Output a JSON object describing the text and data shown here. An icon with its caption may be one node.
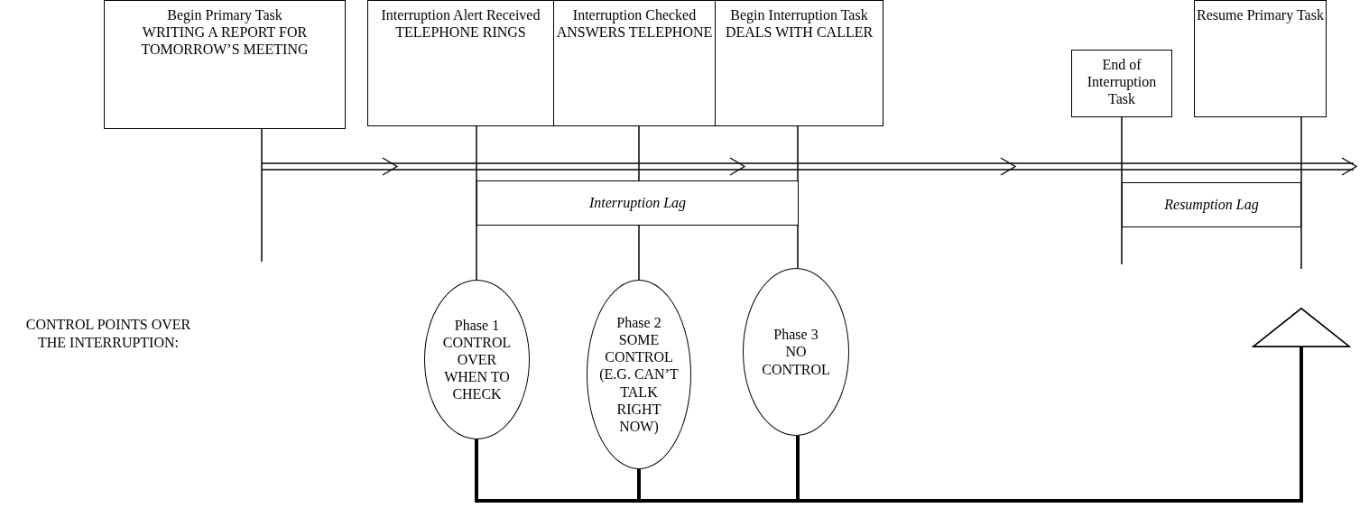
{
  "diagram": {
    "nodes": [
      {
        "text": [
          "Begin Primary Task",
          "WRITING A REPORT FOR TOMORROW’S MEETING"
        ]
      },
      {
        "text": [
          "Interruption Alert Received",
          "TELEPHONE RINGS"
        ]
      },
      {
        "text": [
          "Interruption Checked",
          "ANSWERS TELEPHONE"
        ]
      },
      {
        "text": [
          "Begin Interruption Task",
          "DEALS WITH CALLER"
        ]
      },
      {
        "text": [
          "End of Interruption Task"
        ]
      },
      {
        "text": [
          "Resume Primary Task"
        ]
      },
      {
        "text": [
          "Interruption Lag"
        ]
      },
      {
        "text": [
          "Resumption Lag"
        ]
      },
      {
        "text": [
          "Phase 1",
          "CONTROL OVER WHEN TO CHECK"
        ]
      },
      {
        "text": [
          "Phase 2",
          "SOME CONTROL (E.G. CAN’T TALK RIGHT NOW)"
        ]
      },
      {
        "text": [
          "Phase 3",
          "NO CONTROL"
        ]
      }
    ],
    "edges": [
      {
        "from": 0,
        "to": null,
        "arrow": "none"
      },
      {
        "from": 1,
        "to": 8,
        "arrow": "none"
      },
      {
        "from": 2,
        "to": 6,
        "arrow": "none"
      },
      {
        "from": 6,
        "to": 9,
        "arrow": "none"
      },
      {
        "from": 3,
        "to": 10,
        "arrow": "none"
      },
      {
        "from": 4,
        "to": null,
        "arrow": "none"
      },
      {
        "from": 5,
        "to": null,
        "arrow": "none"
      },
      {
        "from": 8,
        "to": null,
        "arrow": "to",
        "style": "thick"
      },
      {
        "from": 9,
        "to": null,
        "arrow": "to",
        "style": "thick"
      },
      {
        "from": 10,
        "to": null,
        "arrow": "to",
        "style": "thick"
      }
    ],
    "labels": [
      "CONTROL POINTS OVER THE INTERRUPTION:"
    ]
  }
}
